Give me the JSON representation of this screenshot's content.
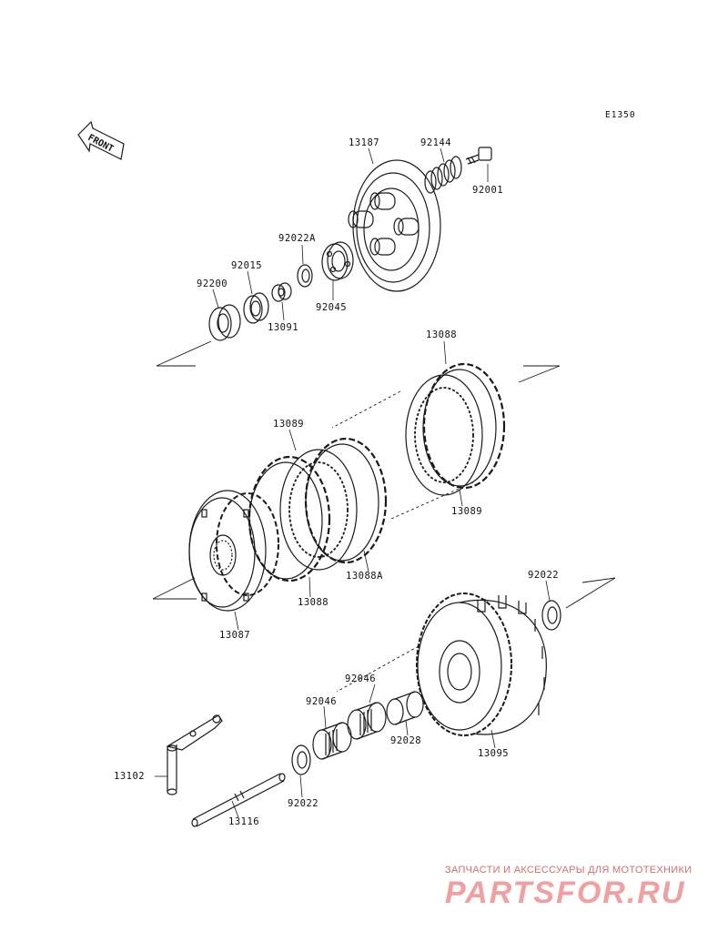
{
  "diagram_code": "E1350",
  "front_arrow_label": "FRONT",
  "parts": {
    "p13187": "13187",
    "p92144": "92144",
    "p92001": "92001",
    "p92022A": "92022A",
    "p92015": "92015",
    "p92200": "92200",
    "p92045": "92045",
    "p13091": "13091",
    "p13088_top": "13088",
    "p13089_left": "13089",
    "p13089_right": "13089",
    "p13088A": "13088A",
    "p13088_bottom": "13088",
    "p13087": "13087",
    "p92022_right": "92022",
    "p92046_a": "92046",
    "p92046_b": "92046",
    "p92028": "92028",
    "p13095": "13095",
    "p13102": "13102",
    "p92022_bottom": "92022",
    "p13116": "13116"
  },
  "watermark": {
    "caption": "ЗАПЧАСТИ И АКСЕССУАРЫ ДЛЯ МОТОТЕХНИКИ",
    "logo": "PARTSFOR.RU"
  },
  "colors": {
    "line": "#1a1a1a",
    "watermark_caption": "#d07070",
    "watermark_logo": "#f0a0a0"
  }
}
